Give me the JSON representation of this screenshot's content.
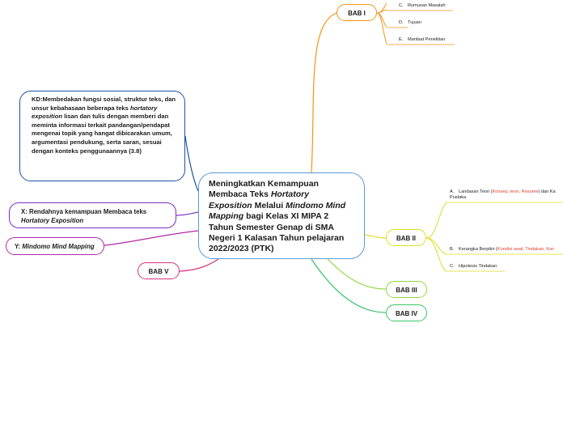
{
  "colors": {
    "center_border": "#5b9bd5",
    "kd": "#1f4fa6",
    "x": "#7a2fc7",
    "y": "#b02aa6",
    "bab1": "#f29416",
    "bab2": "#dddd22",
    "bab3": "#8fd93e",
    "bab4": "#37c467",
    "bab5": "#d6337f"
  },
  "center": {
    "part1": "Meningkatkan Kemampuan Membaca Teks ",
    "part1_italic": "Hortatory Exposition",
    "part2": " Melalui ",
    "part2_italic": "Mindomo Mind Mapping",
    "part3": " bagi Kelas XI MIPA 2 Tahun Semester Genap  di SMA Negeri 1 Kalasan Tahun pelajaran 2022/2023 (PTK)"
  },
  "kd": {
    "part1": "KD:Membedakan fungsi sosial, struktur teks, dan unsur kebahasaan  beberapa teks ",
    "part1_italic": "hortatory exposition",
    "part2": " lisan dan tulis dengan memberi dan meminta informasi terkait pandangan/pendapat mengenai topik yang hangat dibicarakan umum, argumentasi pendukung, serta saran, sesuai dengan konteks penggunaannya (3.8)"
  },
  "x_node": {
    "text": "X: Rendahnya kemampuan Membaca teks ",
    "italic": "Hortatory Exposition"
  },
  "y_node": {
    "text": "Y: ",
    "italic": "Mindomo Mind Mapping"
  },
  "bab1": {
    "label": "BAB I",
    "items": [
      {
        "letter": "C.",
        "text": "Rumusan Masalah"
      },
      {
        "letter": "D.",
        "text": "Tujuan"
      },
      {
        "letter": "E.",
        "text": "Manfaat Penelitian"
      }
    ]
  },
  "bab2": {
    "label": "BAB II",
    "item_a": {
      "letter": "A.",
      "text1": "Landasan Teori (",
      "red": "Konsep, teori, Resume",
      "text2": ") dan Ka",
      "line2": "Pustaka"
    },
    "item_b": {
      "letter": "B.",
      "text1": "Kerangka Berpikir (",
      "red": "Kondisi awal, Tindakan, Kon"
    },
    "item_c": {
      "letter": "C.",
      "text": "Hipotesis Tindakan"
    }
  },
  "bab3": {
    "label": "BAB III"
  },
  "bab4": {
    "label": "BAB IV"
  },
  "bab5": {
    "label": "BAB V"
  }
}
